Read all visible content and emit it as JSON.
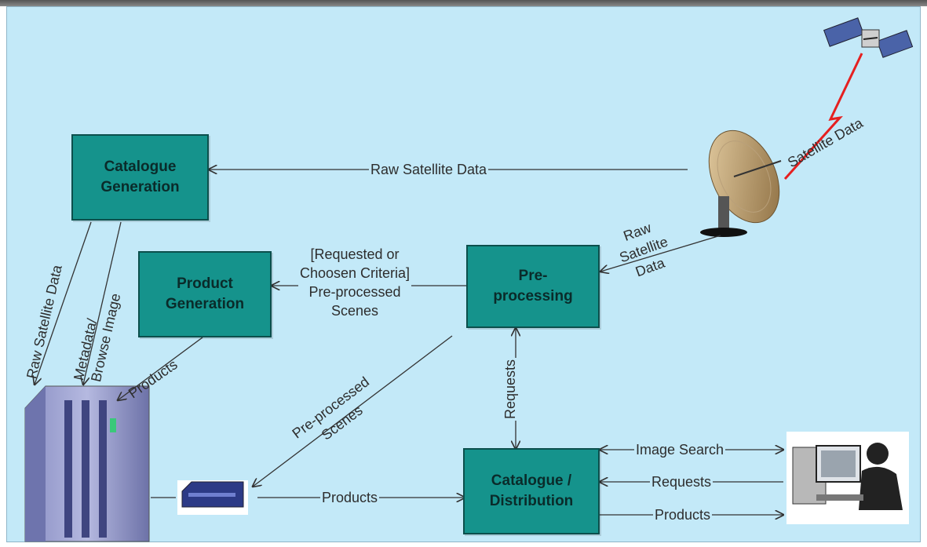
{
  "boxes": {
    "catalogue_generation": "Catalogue\nGeneration",
    "product_generation": "Product\nGeneration",
    "pre_processing": "Pre-\nprocessing",
    "catalogue_distribution": "Catalogue /\nDistribution"
  },
  "labels": {
    "raw_satellite_data_top": "Raw Satellite Data",
    "satellite_data": "Satellite Data",
    "raw_satellite_data_dish": "Raw\nSatellite\nData",
    "criteria_scenes": "[Requested or\nChoosen Criteria]\nPre-processed\nScenes",
    "raw_satellite_data_left": "Raw Satellite Data",
    "metadata": "Metadata/",
    "browse_image": "Browse Image",
    "products_server": "Products",
    "pre_processed_scenes_diag": "Pre-processed\nScenes",
    "requests_vertical": "Requests",
    "products_bottom": "Products",
    "image_search": "Image Search",
    "requests_user": "Requests",
    "products_user": "Products"
  },
  "colors": {
    "background": "#c3e9f8",
    "box_fill": "#15938c",
    "box_border": "#0c4f4c",
    "signal": "#e52020"
  },
  "icons": [
    "satellite-icon",
    "signal-bolt-icon",
    "satellite-dish-icon",
    "storage-server-icon",
    "rack-server-icon",
    "user-computer-icon"
  ]
}
